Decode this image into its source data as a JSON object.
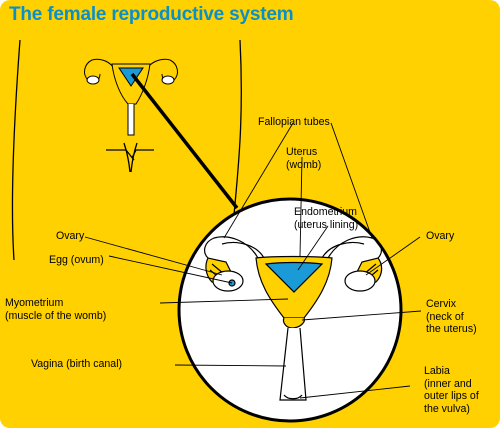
{
  "title": "The female reproductive system",
  "labels": {
    "fallopian_tubes": "Fallopian tubes",
    "uterus_line1": "Uterus",
    "uterus_line2": "(womb)",
    "endometrium_line1": "Endometrium",
    "endometrium_line2": "(uterus lining)",
    "ovary_left": "Ovary",
    "ovary_right": "Ovary",
    "egg": "Egg (ovum)",
    "myometrium_line1": "Myometrium",
    "myometrium_line2": "(muscle of the womb)",
    "cervix_line1": "Cervix",
    "cervix_line2": "(neck of",
    "cervix_line3": "the uterus)",
    "vagina": "Vagina (birth canal)",
    "labia_line1": "Labia",
    "labia_line2": "(inner and",
    "labia_line3": "outer lips of",
    "labia_line4": "the vulva)"
  },
  "colors": {
    "background": "#ffd100",
    "title": "#0a8fc9",
    "endometrium": "#1a9ad6",
    "outline": "#000000",
    "magnifier": "#ffffff"
  }
}
